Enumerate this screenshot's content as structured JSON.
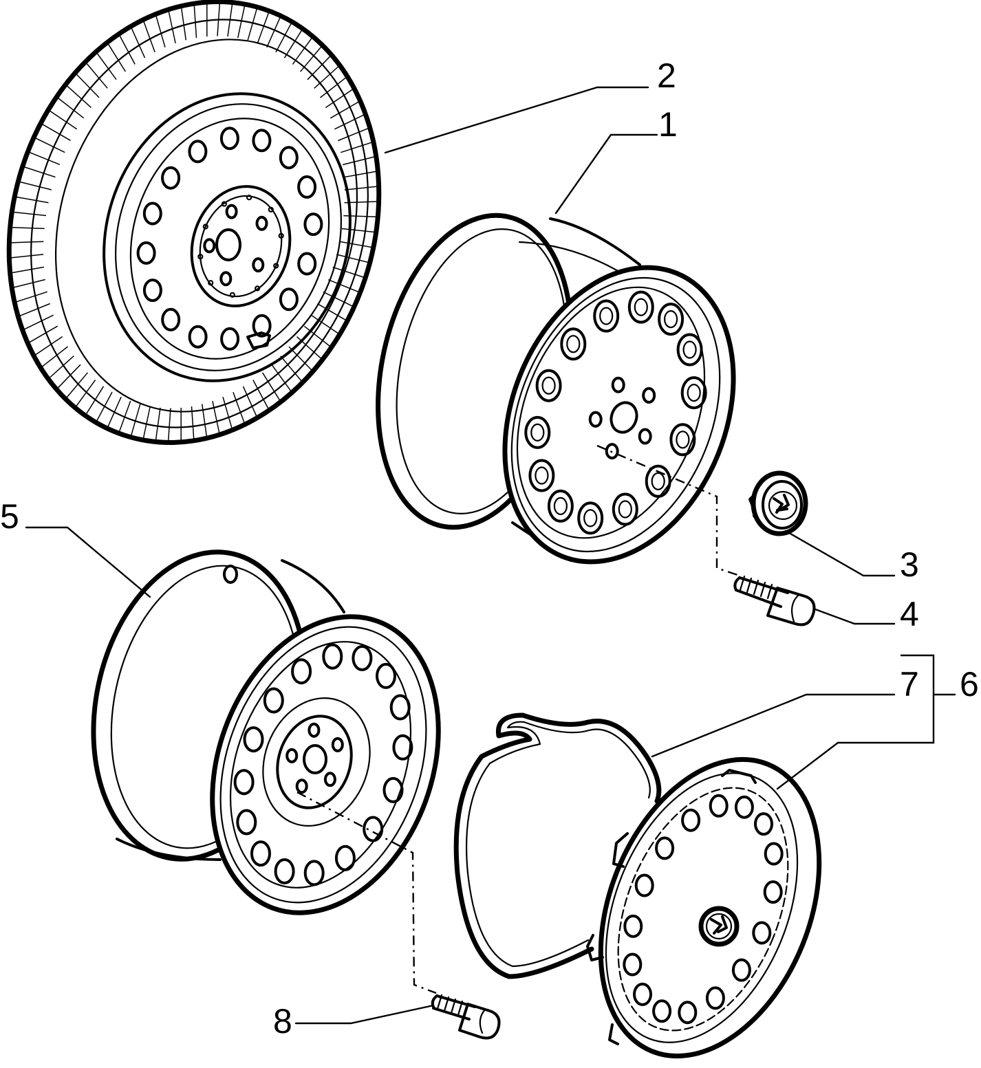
{
  "callouts": [
    {
      "id": "2",
      "part": "tyre-wheel"
    },
    {
      "id": "1",
      "part": "alloy-wheel"
    },
    {
      "id": "3",
      "part": "center-cap"
    },
    {
      "id": "4",
      "part": "alloy-wheel-bolt"
    },
    {
      "id": "5",
      "part": "steel-wheel"
    },
    {
      "id": "7",
      "part": "retaining-ring"
    },
    {
      "id": "6",
      "part": "hubcap-assembly"
    },
    {
      "id": "8",
      "part": "steel-wheel-bolt"
    }
  ],
  "labels": {
    "n1": "1",
    "n2": "2",
    "n3": "3",
    "n4": "4",
    "n5": "5",
    "n6": "6",
    "n7": "7",
    "n8": "8"
  }
}
